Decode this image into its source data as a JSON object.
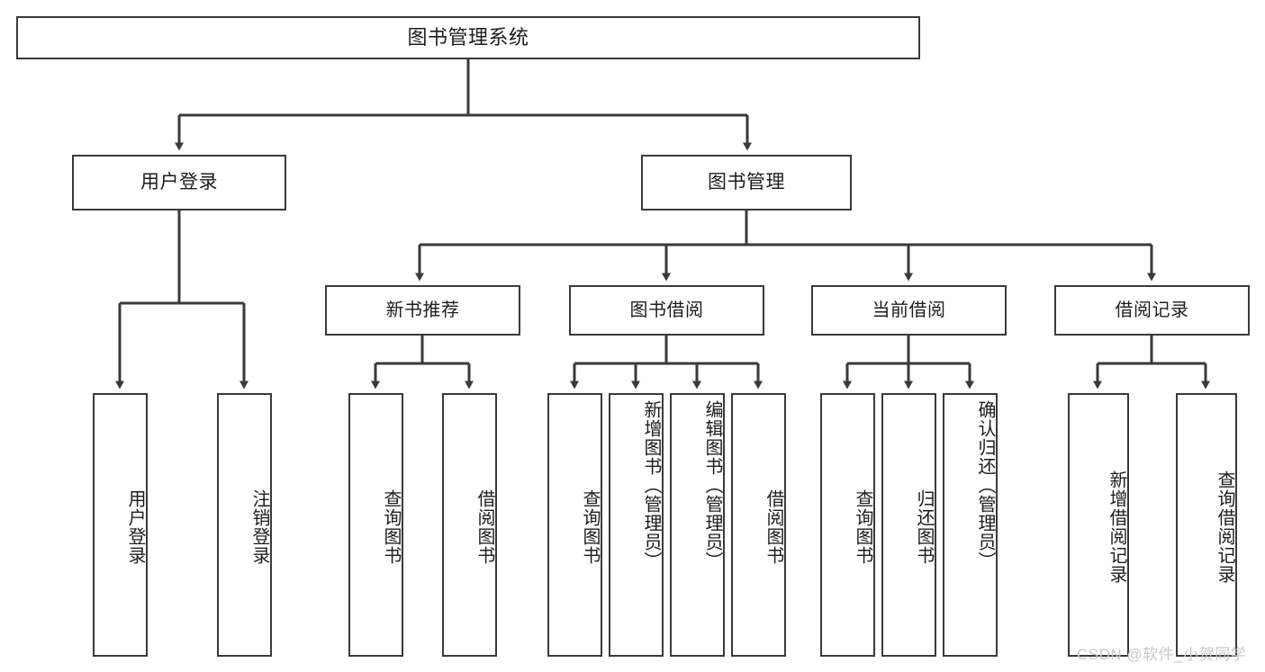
{
  "diagram": {
    "title": "图书管理系统",
    "type": "function-structure-tree",
    "orientation": "top-down",
    "colors": {
      "background": "#ffffff",
      "node_border": "#3a3a3a",
      "node_fill": "#ffffff",
      "edge": "#3a3a3a",
      "text": "#1d1d1d",
      "watermark": "#c9c9c9"
    },
    "root": {
      "id": "root",
      "label": "图书管理系统"
    },
    "level1": [
      {
        "id": "user-login",
        "label": "用户登录"
      },
      {
        "id": "book-manage",
        "label": "图书管理"
      }
    ],
    "level2": [
      {
        "id": "new-book-rec",
        "label": "新书推荐",
        "parent": "book-manage"
      },
      {
        "id": "book-borrow",
        "label": "图书借阅",
        "parent": "book-manage"
      },
      {
        "id": "current-borrow",
        "label": "当前借阅",
        "parent": "book-manage"
      },
      {
        "id": "borrow-record",
        "label": "借阅记录",
        "parent": "book-manage"
      }
    ],
    "leaves": [
      {
        "id": "leaf-user-login",
        "label": "用户登录",
        "parent": "user-login"
      },
      {
        "id": "leaf-logout",
        "label": "注销登录",
        "parent": "user-login"
      },
      {
        "id": "leaf-query-book-rec",
        "label": "查询图书",
        "parent": "new-book-rec"
      },
      {
        "id": "leaf-borrow-book-rec",
        "label": "借阅图书",
        "parent": "new-book-rec"
      },
      {
        "id": "leaf-query-book-br",
        "label": "查询图书",
        "parent": "book-borrow"
      },
      {
        "id": "leaf-add-book",
        "label": "新增图书（管理员）",
        "parent": "book-borrow"
      },
      {
        "id": "leaf-edit-book",
        "label": "编辑图书（管理员）",
        "parent": "book-borrow"
      },
      {
        "id": "leaf-borrow-book-br",
        "label": "借阅图书",
        "parent": "book-borrow"
      },
      {
        "id": "leaf-query-book-cb",
        "label": "查询图书",
        "parent": "current-borrow"
      },
      {
        "id": "leaf-return-book",
        "label": "归还图书",
        "parent": "current-borrow"
      },
      {
        "id": "leaf-confirm-return",
        "label": "确认归还（管理员）",
        "parent": "current-borrow"
      },
      {
        "id": "leaf-add-record",
        "label": "新增借阅记录",
        "parent": "borrow-record"
      },
      {
        "id": "leaf-query-record",
        "label": "查询借阅记录",
        "parent": "borrow-record"
      }
    ]
  },
  "watermark": {
    "text": "CSDN @软件_小贺同学"
  }
}
